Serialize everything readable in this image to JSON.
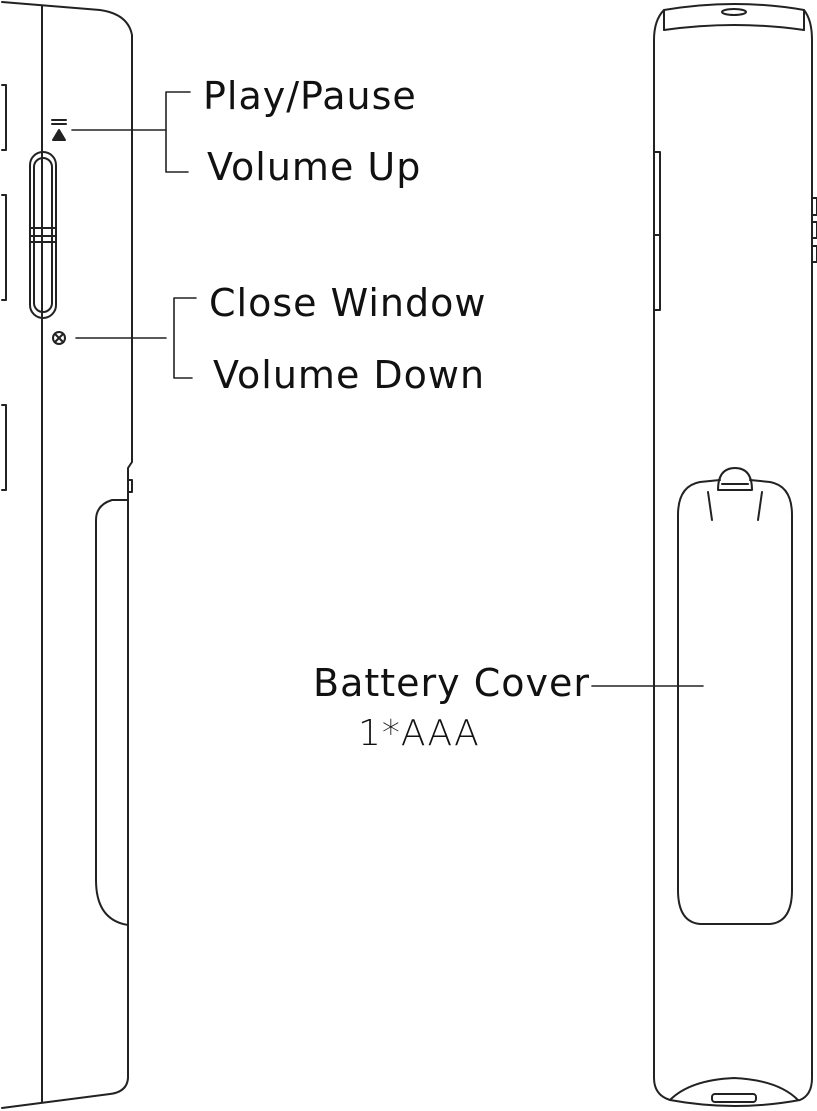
{
  "callouts": {
    "play_pause": "Play/Pause",
    "volume_up": "Volume Up",
    "close_window": "Close Window",
    "volume_down": "Volume Down",
    "battery_cover": "Battery Cover",
    "battery_type": "1*AAA"
  },
  "icons": {
    "upper_button_symbol": "play-eject-icon",
    "lower_button_symbol": "close-circle-icon"
  },
  "colors": {
    "line": "#222222",
    "text": "#111111",
    "background": "#ffffff"
  }
}
